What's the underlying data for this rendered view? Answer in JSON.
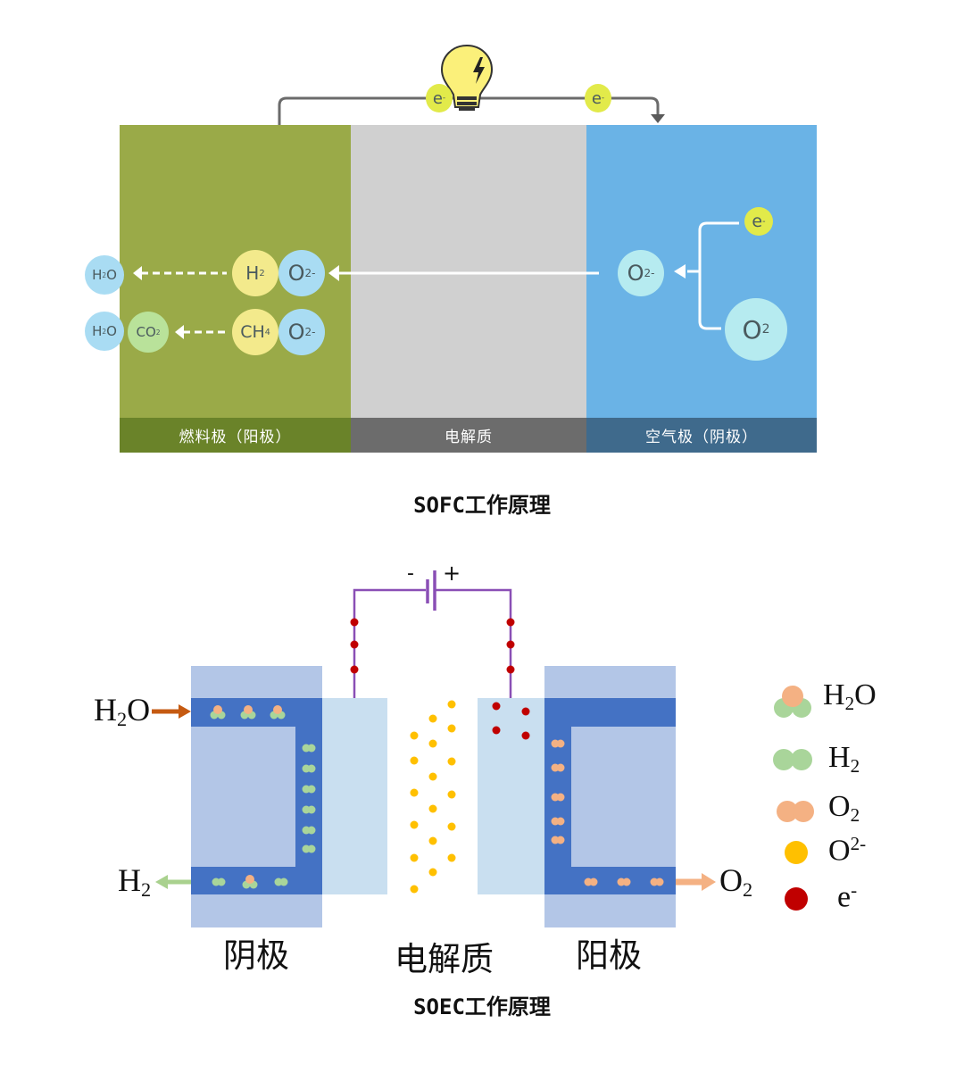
{
  "sofc": {
    "caption": "SOFC工作原理",
    "electron_label": "e",
    "electron_charge": "-",
    "sections": [
      {
        "label": "燃料极（阳极）",
        "color": "#9aaa48",
        "bar_color": "#6a8329"
      },
      {
        "label": "电解质",
        "color": "#d0d0d0",
        "bar_color": "#6c6c6c"
      },
      {
        "label": "空气极（阴极）",
        "color": "#6ab3e6",
        "bar_color": "#3f6a8c"
      }
    ],
    "species": {
      "h2o": {
        "base": "H",
        "sub": "2",
        "tail": "O"
      },
      "h2": {
        "base": "H",
        "sub": "2"
      },
      "ch4": {
        "base": "CH",
        "sub": "4"
      },
      "co2": {
        "base": "CO",
        "sub": "2"
      },
      "o2minus": {
        "base": "O",
        "sup": "2-"
      },
      "o2": {
        "base": "O",
        "sub": "2"
      }
    },
    "colors": {
      "yellow": "#f3ea8c",
      "light_blue": "#a9dcf3",
      "cyan": "#b6ebf0",
      "green": "#b9e29a",
      "electron": "#e2ea4a",
      "wire": "#6b6b6b",
      "bulb": "#fbf07a"
    }
  },
  "soec": {
    "caption": "SOEC工作原理",
    "battery": {
      "minus": "-",
      "plus": "+"
    },
    "labels": {
      "cathode": "阴极",
      "electrolyte": "电解质",
      "anode": "阳极"
    },
    "inlet": {
      "base": "H",
      "sub": "2",
      "tail": "O"
    },
    "outlet_h2": {
      "base": "H",
      "sub": "2"
    },
    "outlet_o2": {
      "base": "O",
      "sub": "2"
    },
    "legend": [
      {
        "icon": "h2o-molecule",
        "base": "H",
        "sub": "2",
        "tail": "O"
      },
      {
        "icon": "h2-molecule",
        "base": "H",
        "sub": "2"
      },
      {
        "icon": "o2-molecule",
        "base": "O",
        "sub": "2"
      },
      {
        "icon": "oxide-ion",
        "base": "O",
        "sup": "2-"
      },
      {
        "icon": "electron",
        "base": "e",
        "sup": "-"
      }
    ],
    "colors": {
      "electrode_outer": "#b3c6e7",
      "channel": "#4472c4",
      "electrolyte": "#c9dff0",
      "wire": "#8a4fb5",
      "h_atom": "#a9d59a",
      "o_atom": "#f4b183",
      "oxide_ion": "#ffc000",
      "electron": "#c00000",
      "h2o_arrow": "#c55a11",
      "h2_arrow": "#a9d18e",
      "o2_arrow": "#f4b183"
    }
  }
}
